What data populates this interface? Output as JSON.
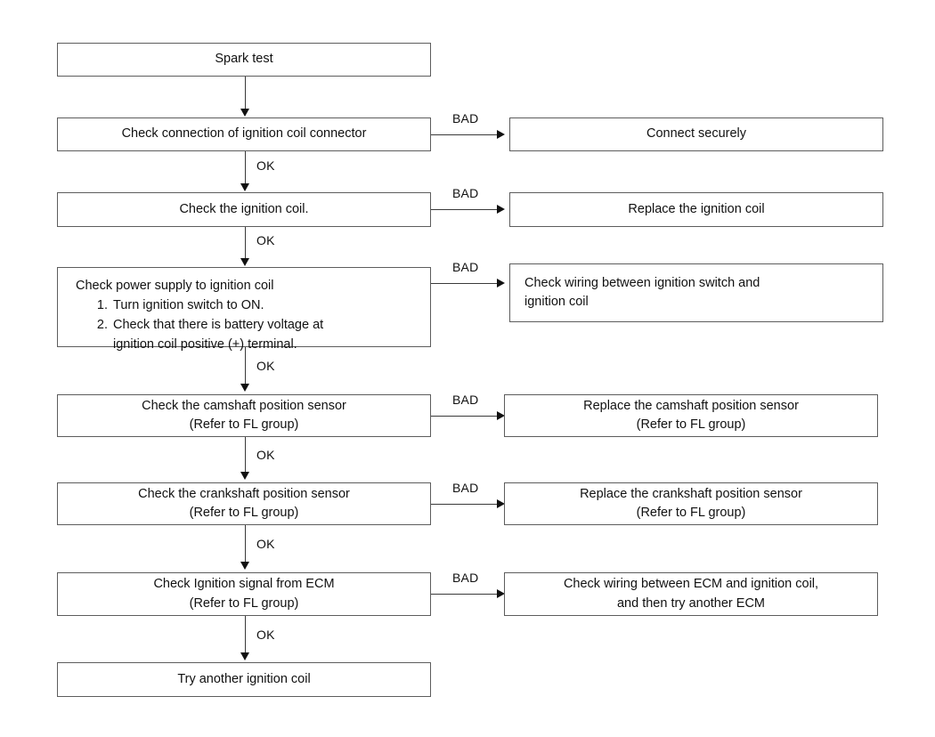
{
  "diagram": {
    "title": "Ignition system troubleshooting flowchart",
    "colors": {
      "background": "#ffffff",
      "box_border": "#5d5d5d",
      "connector": "#3a3a3a",
      "text": "#111111"
    },
    "edge_labels": {
      "ok": "OK",
      "bad": "BAD"
    },
    "nodes": {
      "start": {
        "text": "Spark test"
      },
      "check_connector": {
        "text": "Check connection of ignition coil connector"
      },
      "connect_securely": {
        "text": "Connect securely"
      },
      "check_coil": {
        "text": "Check the ignition coil."
      },
      "replace_coil": {
        "text": "Replace the ignition coil"
      },
      "check_power": {
        "title": "Check power supply to ignition coil",
        "steps": [
          {
            "num": "1.",
            "lines": [
              "Turn ignition switch to ON."
            ]
          },
          {
            "num": "2.",
            "lines": [
              "Check that there is battery voltage at",
              "ignition coil positive (+) terminal."
            ]
          }
        ]
      },
      "check_wiring_switch": {
        "line1": "Check wiring between ignition switch and",
        "line2": "ignition coil"
      },
      "check_cam": {
        "line1": "Check the camshaft position sensor",
        "line2": "(Refer to FL group)"
      },
      "replace_cam": {
        "line1": "Replace the camshaft position sensor",
        "line2": "(Refer to FL group)"
      },
      "check_crank": {
        "line1": "Check the crankshaft position sensor",
        "line2": "(Refer to FL group)"
      },
      "replace_crank": {
        "line1": "Replace the crankshaft position sensor",
        "line2": "(Refer to FL group)"
      },
      "check_ecm_signal": {
        "line1": "Check Ignition signal from ECM",
        "line2": "(Refer to FL group)"
      },
      "check_wiring_ecm": {
        "line1": "Check wiring between ECM and ignition coil,",
        "line2": "and then try another ECM"
      },
      "try_another_coil": {
        "text": "Try another ignition coil"
      }
    },
    "ok_labels": {
      "ok1": "OK",
      "ok2": "OK",
      "ok3": "OK",
      "ok4": "OK",
      "ok5": "OK",
      "ok6": "OK"
    },
    "bad_labels": {
      "bad1": "BAD",
      "bad2": "BAD",
      "bad3": "BAD",
      "bad4": "BAD",
      "bad5": "BAD",
      "bad6": "BAD"
    }
  }
}
